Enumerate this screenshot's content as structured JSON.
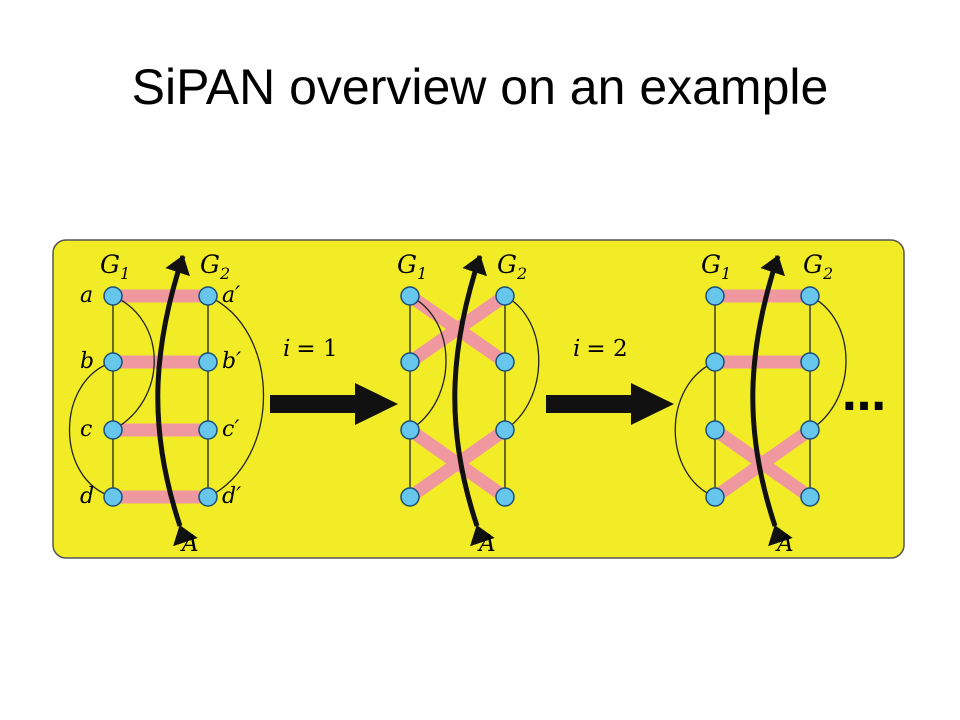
{
  "slide": {
    "title": "SiPAN overview on an example"
  },
  "colors": {
    "panel": "#f2ec26",
    "node": "#66c6ec",
    "match": "#ef98a0",
    "arrow": "#111111"
  },
  "labels": {
    "g1": "G",
    "g1_sub": "1",
    "g2": "G",
    "g2_sub": "2",
    "a": "a",
    "b": "b",
    "c": "c",
    "d": "d",
    "a_prime": "a′",
    "b_prime": "b′",
    "c_prime": "c′",
    "d_prime": "d′",
    "aligner": "A",
    "step1_var": "i",
    "step1_eq": "= 1",
    "step2_var": "i",
    "step2_eq": "= 2",
    "continuation": "…"
  }
}
